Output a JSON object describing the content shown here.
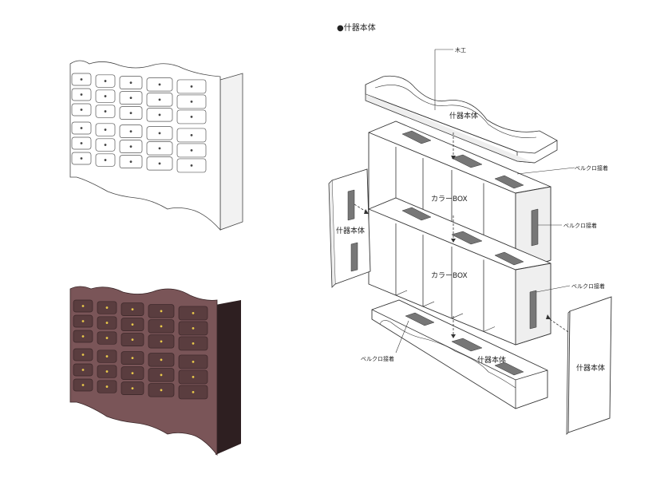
{
  "title": "●什器本体",
  "labels": {
    "mokko": "木工",
    "top_unit": "什器本体",
    "box_upper": "カラーBOX",
    "box_lower": "カラーBOX",
    "left_panel": "什器本体",
    "right_panel": "什器本体",
    "base_unit": "什器本体",
    "velcro_1": "ベルクロ接着",
    "velcro_2": "ベルクロ接着",
    "velcro_3": "ベルクロ接着",
    "velcro_4": "ベルクロ接着"
  },
  "colors": {
    "line": "#333333",
    "face": "#ffffff",
    "shade": "#e9e9e9",
    "velcro": "#777777",
    "cabinet_dark": "#5a3d3f",
    "cabinet_face": "#7a5558",
    "cabinet_side": "#2e1f21",
    "knob": "#e8c84a"
  },
  "drawers": {
    "columns": 5,
    "rows": 6
  }
}
